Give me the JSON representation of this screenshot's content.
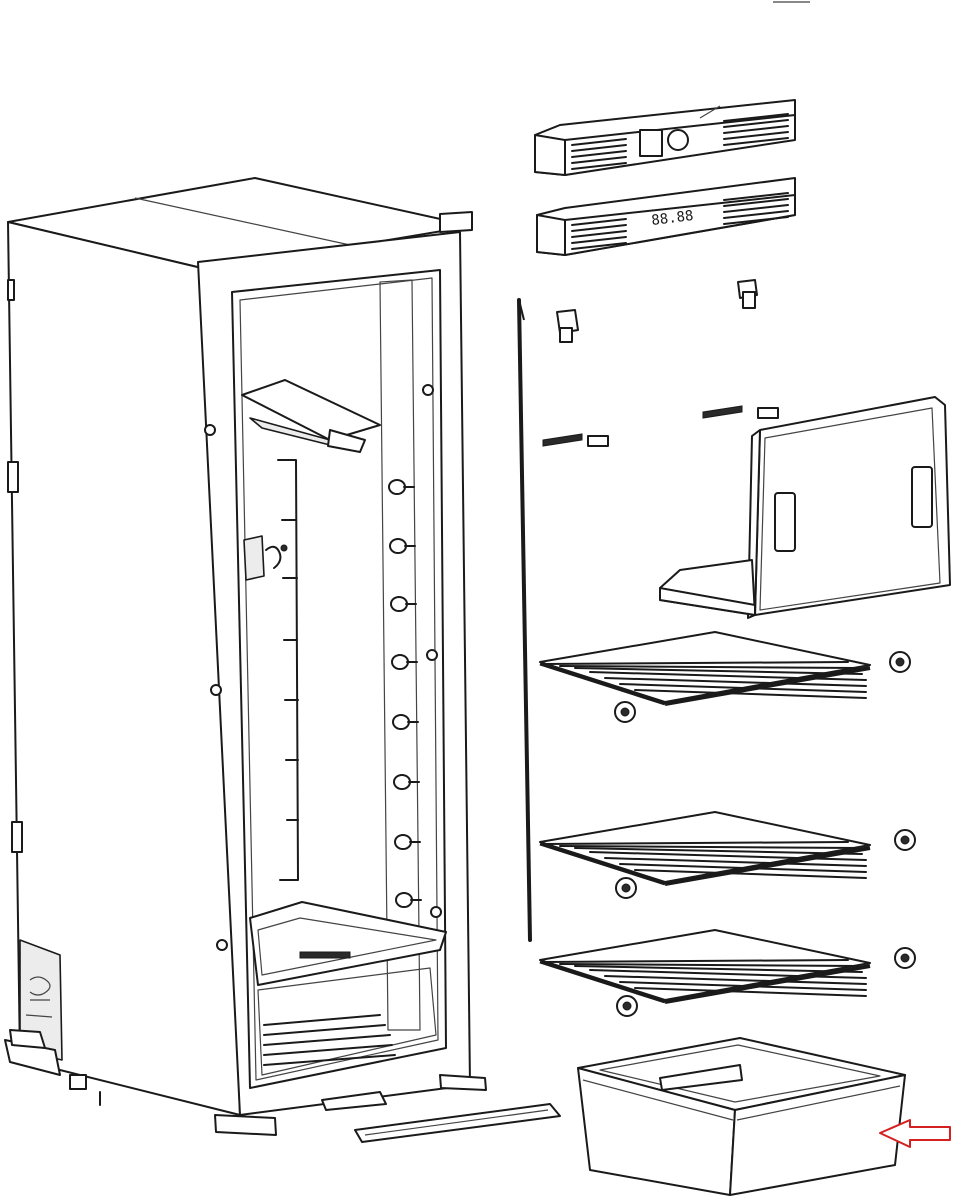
{
  "diagram": {
    "display_panel_readout": "88.88",
    "parts": [
      {
        "id": "control-panel-dial",
        "label": ""
      },
      {
        "id": "control-panel-display",
        "label": ""
      },
      {
        "id": "freezer-door",
        "label": ""
      },
      {
        "id": "wire-shelf",
        "label": ""
      },
      {
        "id": "crisper-drawer",
        "label": ""
      }
    ],
    "highlighted_part": "crisper-drawer",
    "indicator_arrow": {
      "color": "#d42020",
      "direction": "left"
    },
    "colors": {
      "line": "#1a1a1a",
      "highlight": "#d42020",
      "background": "#ffffff"
    }
  }
}
